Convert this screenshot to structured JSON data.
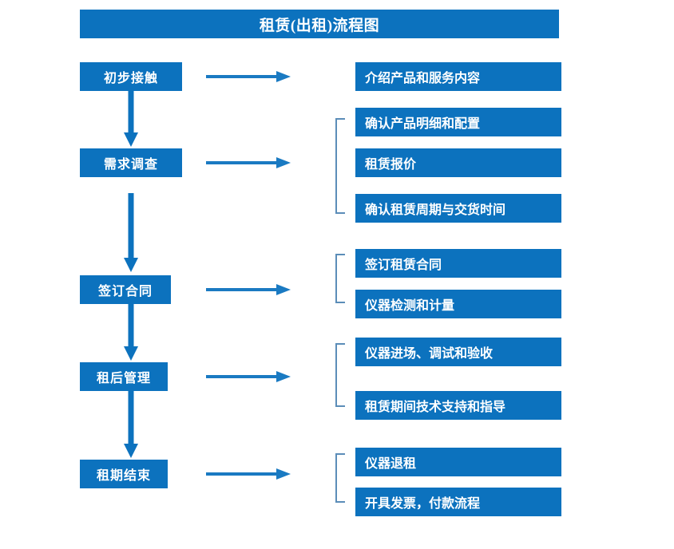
{
  "title": "租赁(出租)流程图",
  "colors": {
    "box_blue": "#0C72BE",
    "arrow_blue": "#1A7AC2",
    "bracket_blue": "#5B8DB8",
    "text_white": "#FFFFFF",
    "background": "#FFFFFF"
  },
  "stages": [
    {
      "label": "初步接触"
    },
    {
      "label": "需求调查"
    },
    {
      "label": "签订合同"
    },
    {
      "label": "租后管理"
    },
    {
      "label": "租期结束"
    }
  ],
  "detail_groups": [
    {
      "bracketed": false,
      "items": [
        {
          "label": "介绍产品和服务内容"
        }
      ]
    },
    {
      "bracketed": true,
      "items": [
        {
          "label": "确认产品明细和配置"
        },
        {
          "label": "租赁报价"
        },
        {
          "label": "确认租赁周期与交货时间"
        }
      ]
    },
    {
      "bracketed": true,
      "items": [
        {
          "label": "签订租赁合同"
        },
        {
          "label": "仪器检测和计量"
        }
      ]
    },
    {
      "bracketed": true,
      "items": [
        {
          "label": "仪器进场、调试和验收"
        },
        {
          "label": "租赁期间技术支持和指导"
        }
      ]
    },
    {
      "bracketed": true,
      "items": [
        {
          "label": "仪器退租"
        },
        {
          "label": "开具发票，付款流程"
        }
      ]
    }
  ],
  "connectors": {
    "right_arrow_count": 5,
    "down_arrow_count": 4,
    "direction_right": "right-arrow",
    "direction_down": "down-arrow"
  }
}
